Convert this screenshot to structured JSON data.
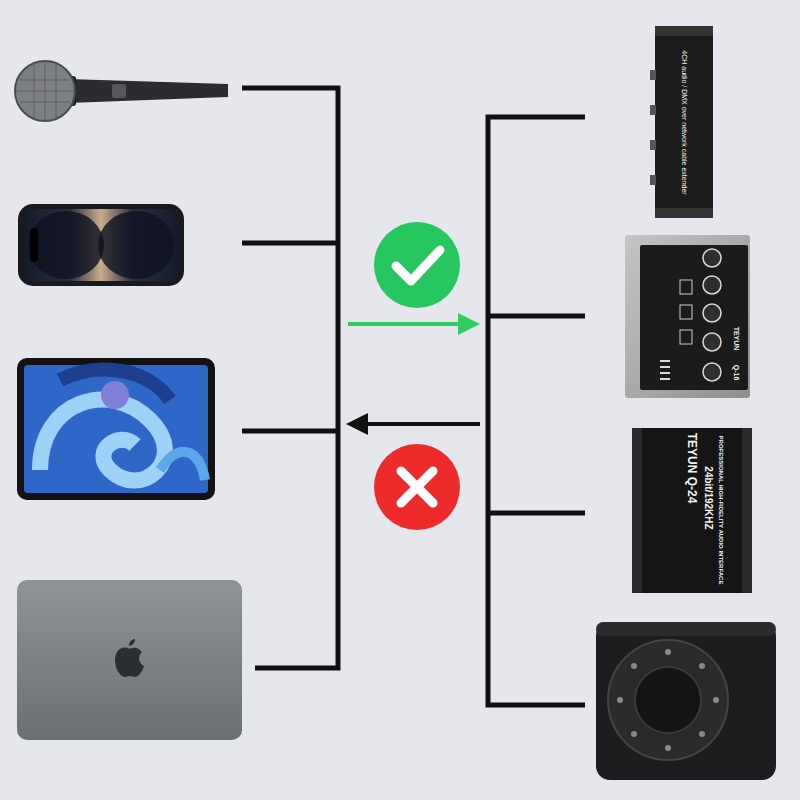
{
  "diagram": {
    "labels": [
      "4CH audio / DMX over network cable extender",
      "TEYUN",
      "Q-16",
      "TEYUN Q-24",
      "24bit/192KHZ",
      "PROFESSIONAL HIGH-FIDELITY AUDIO INTERFACE"
    ]
  }
}
